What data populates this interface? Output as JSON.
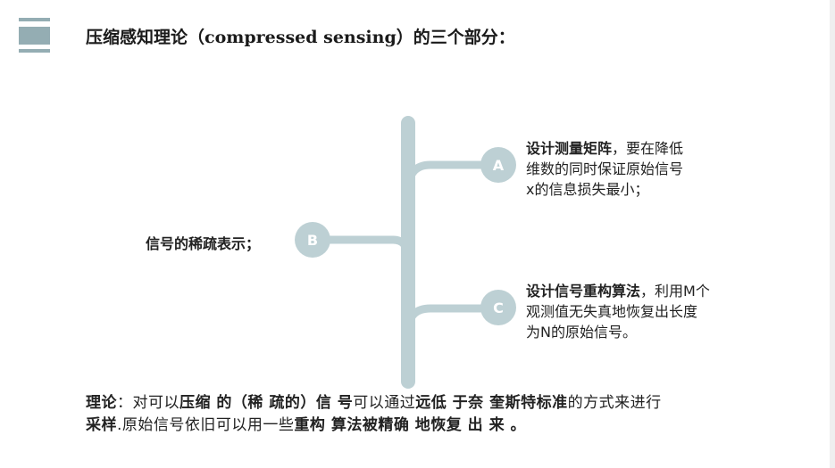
{
  "header": {
    "title_cn_prefix": "压缩感知理论（",
    "title_en": "compressed sensing",
    "title_cn_suffix": "）的三个部分："
  },
  "diagram": {
    "left_label": "信号的稀疏表示；",
    "node_a": {
      "letter": "A",
      "bold": "设计测量矩阵",
      "line1_rest": "，要在降低",
      "line2": "维数的同时保证原始信号",
      "line3": "x的信息损失最小；"
    },
    "node_b": {
      "letter": "B"
    },
    "node_c": {
      "letter": "C",
      "bold": "设计信号重构算法",
      "line1_rest": "，利用M个",
      "line2": "观测值无失真地恢复出长度",
      "line3": "为N的原始信号。"
    }
  },
  "summary": {
    "s1": "理论",
    "s2": "：对可以",
    "s3": "压缩 的（稀 疏的）信 号",
    "s4": "可以通过",
    "s5": "远低 于奈 奎斯特标准",
    "s6": "的方式来进行",
    "s7": "采样",
    "s8": ".原始信号依旧可以用一些",
    "s9": "重构 算法被精确 地恢复 出 来 。"
  },
  "colors": {
    "accent": "#bdd0d4",
    "logo": "#94adb3"
  }
}
